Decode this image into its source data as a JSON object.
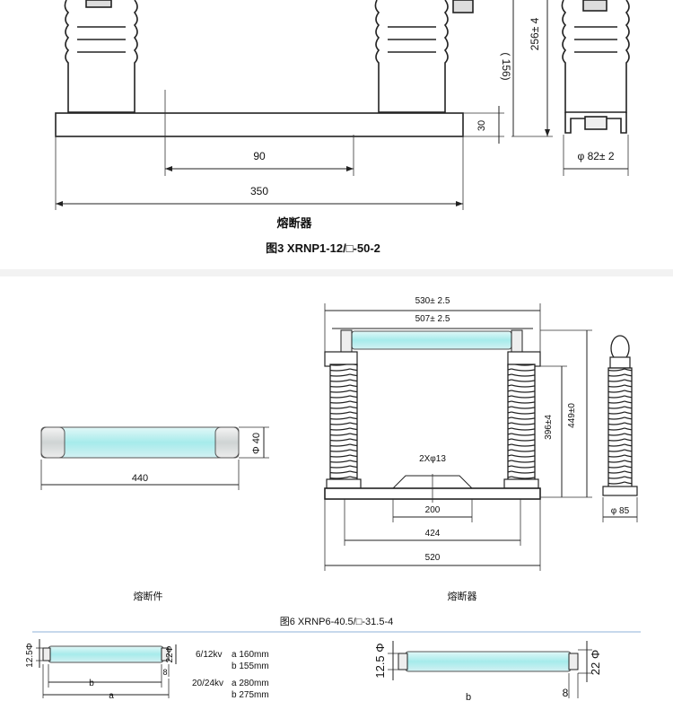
{
  "figure3": {
    "dims": {
      "d256": "256± 4",
      "d156": "( 156)",
      "d30": "30",
      "d90": "90",
      "d350": "350",
      "d82": "φ 82± 2"
    },
    "label_fuse": "熔断器",
    "caption": "图3 XRNP1-12/□-50-2"
  },
  "figure6": {
    "dims": {
      "d530": "530± 2.5",
      "d507": "507± 2.5",
      "d396": "396±4",
      "d449": "449±0",
      "d2x13": "2Xφ13",
      "d200": "200",
      "d424": "424",
      "d520": "520",
      "d85": "φ 85",
      "d40": "Φ 40",
      "d440": "440"
    },
    "label_link": "熔断件",
    "label_fuse": "熔断器",
    "caption": "图6 XRNP6-40.5/□-31.5-4"
  },
  "bottom": {
    "left_dims": {
      "d125": "12.5Φ",
      "d22": "22Φ",
      "d8": "8",
      "b": "b",
      "a": "a"
    },
    "specs": [
      {
        "kv": "6/12kv",
        "a": "a 160mm",
        "b": "b 155mm"
      },
      {
        "kv": "20/24kv",
        "a": "a 280mm",
        "b": "b 275mm"
      }
    ],
    "right_dims": {
      "d125": "12.5 Φ",
      "d22": "22 Φ",
      "d8": "8",
      "b": "b"
    }
  }
}
